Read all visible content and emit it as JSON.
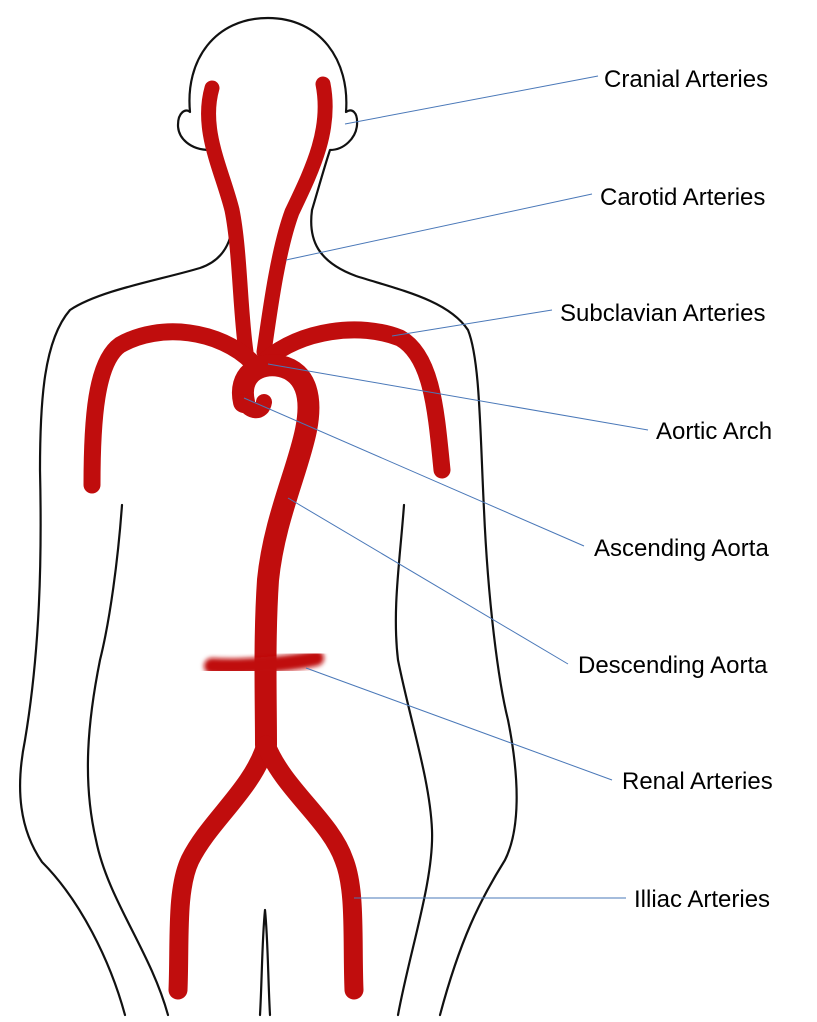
{
  "colors": {
    "artery": "#c00d0d",
    "outline": "#111111",
    "leader": "#4a78b8",
    "background": "#ffffff"
  },
  "labels": [
    {
      "id": "cranial",
      "text": "Cranial Arteries"
    },
    {
      "id": "carotid",
      "text": "Carotid Arteries"
    },
    {
      "id": "subclavian",
      "text": "Subclavian Arteries"
    },
    {
      "id": "aortic-arch",
      "text": "Aortic Arch"
    },
    {
      "id": "ascending-aorta",
      "text": "Ascending Aorta"
    },
    {
      "id": "descending-aorta",
      "text": "Descending Aorta"
    },
    {
      "id": "renal",
      "text": "Renal Arteries"
    },
    {
      "id": "illiac",
      "text": "Illiac Arteries"
    }
  ]
}
